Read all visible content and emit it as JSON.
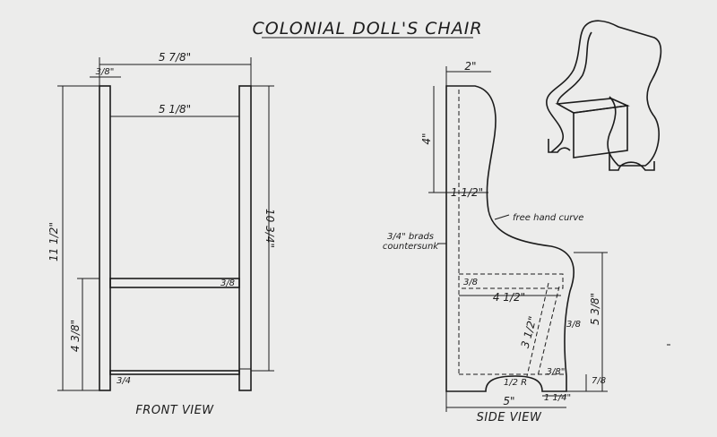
{
  "title": "COLONIAL DOLL'S CHAIR",
  "front_view": {
    "caption": "FRONT VIEW",
    "dims": {
      "overall_width": "5 7/8\"",
      "inner_width": "5 1/8\"",
      "board_thickness": "3/8\"",
      "overall_height": "11 1/2\"",
      "side_height": "10 3/4\"",
      "seat_height": "4 3/8\"",
      "seat_thickness": "3/8",
      "base_gap": "3/4"
    }
  },
  "side_view": {
    "caption": "SIDE VIEW",
    "dims": {
      "top_width": "2\"",
      "top_drop": "4\"",
      "neck_width": "1 1/2\"",
      "seat_depth": "4 1/2\"",
      "seat_thickness": "3/8",
      "front_height": "5 3/8\"",
      "leg_length": "3 1/2\"",
      "leg_thickness": "3/8",
      "leg_foot": "3/8\"",
      "foot_height": "7/8",
      "base_width": "5\"",
      "foot_width": "1 1/4\"",
      "arch_radius": "1/2 R"
    },
    "notes": {
      "curve": "free hand curve",
      "brads_line1": "3/4\" brads",
      "brads_line2": "countersunk"
    }
  }
}
